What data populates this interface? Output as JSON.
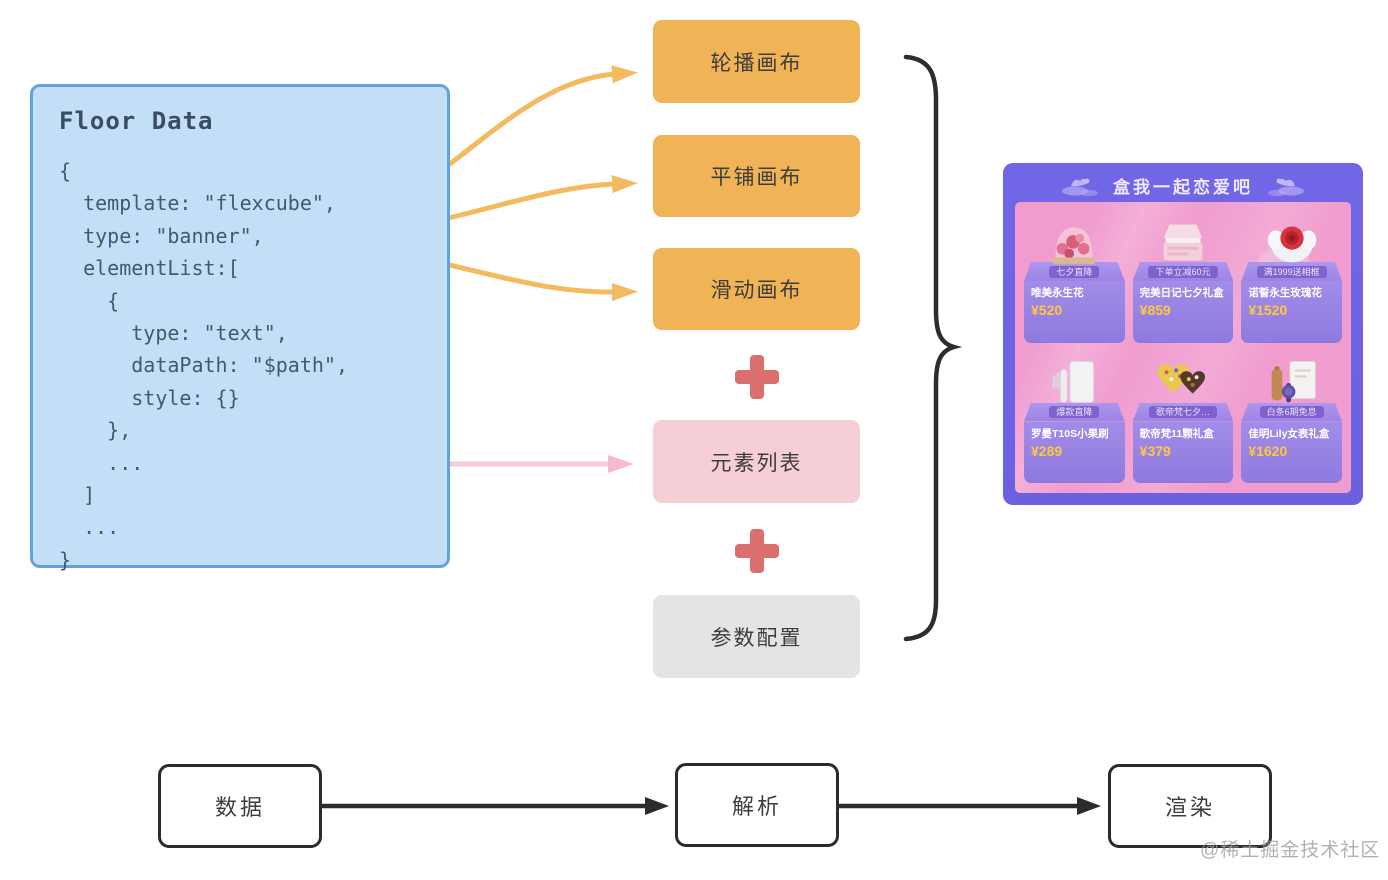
{
  "code_panel": {
    "title": "Floor Data",
    "lines": [
      "{",
      "  template: \"flexcube\",",
      "  type: \"banner\",",
      "  elementList:[",
      "    {",
      "      type: \"text\",",
      "      dataPath: \"$path\",",
      "      style: {}",
      "    },",
      "    ...",
      "  ]",
      "  ...",
      "}"
    ]
  },
  "canvas_boxes": [
    {
      "label": "轮播画布"
    },
    {
      "label": "平铺画布"
    },
    {
      "label": "滑动画布"
    }
  ],
  "element_list_box": {
    "label": "元素列表"
  },
  "param_config_box": {
    "label": "参数配置"
  },
  "preview": {
    "title": "盒我一起恋爱吧",
    "products": [
      {
        "tag": "七夕直降",
        "name": "唯美永生花",
        "price": "¥520"
      },
      {
        "tag": "下单立减60元",
        "name": "完美日记七夕礼盒",
        "price": "¥859"
      },
      {
        "tag": "满1999送相框",
        "name": "诺誓永生玫瑰花",
        "price": "¥1520"
      },
      {
        "tag": "爆款直降",
        "name": "罗曼T10S小果刷",
        "price": "¥289"
      },
      {
        "tag": "歌帝梵七夕…",
        "name": "歌帝梵11颗礼盒",
        "price": "¥379"
      },
      {
        "tag": "白条6期免息",
        "name": "佳明Lily女表礼盒",
        "price": "¥1620"
      }
    ]
  },
  "flow": [
    {
      "label": "数据"
    },
    {
      "label": "解析"
    },
    {
      "label": "渲染"
    }
  ],
  "watermark": "@稀土掘金技术社区",
  "colors": {
    "code_bg": "#C3DFF7",
    "code_border": "#61A3DF",
    "canvas_box": "#F0B355",
    "element_box": "#F6CED6",
    "param_box": "#E5E4E4",
    "plus": "#DB6F6F",
    "arrow_orange": "#F4BA60",
    "arrow_pink": "#F9CBD6",
    "panel_purple": "#6C60E0",
    "panel_pink": "#F09CCF",
    "price_yellow": "#FFC93E",
    "flow_stroke": "#2B2B2B"
  }
}
